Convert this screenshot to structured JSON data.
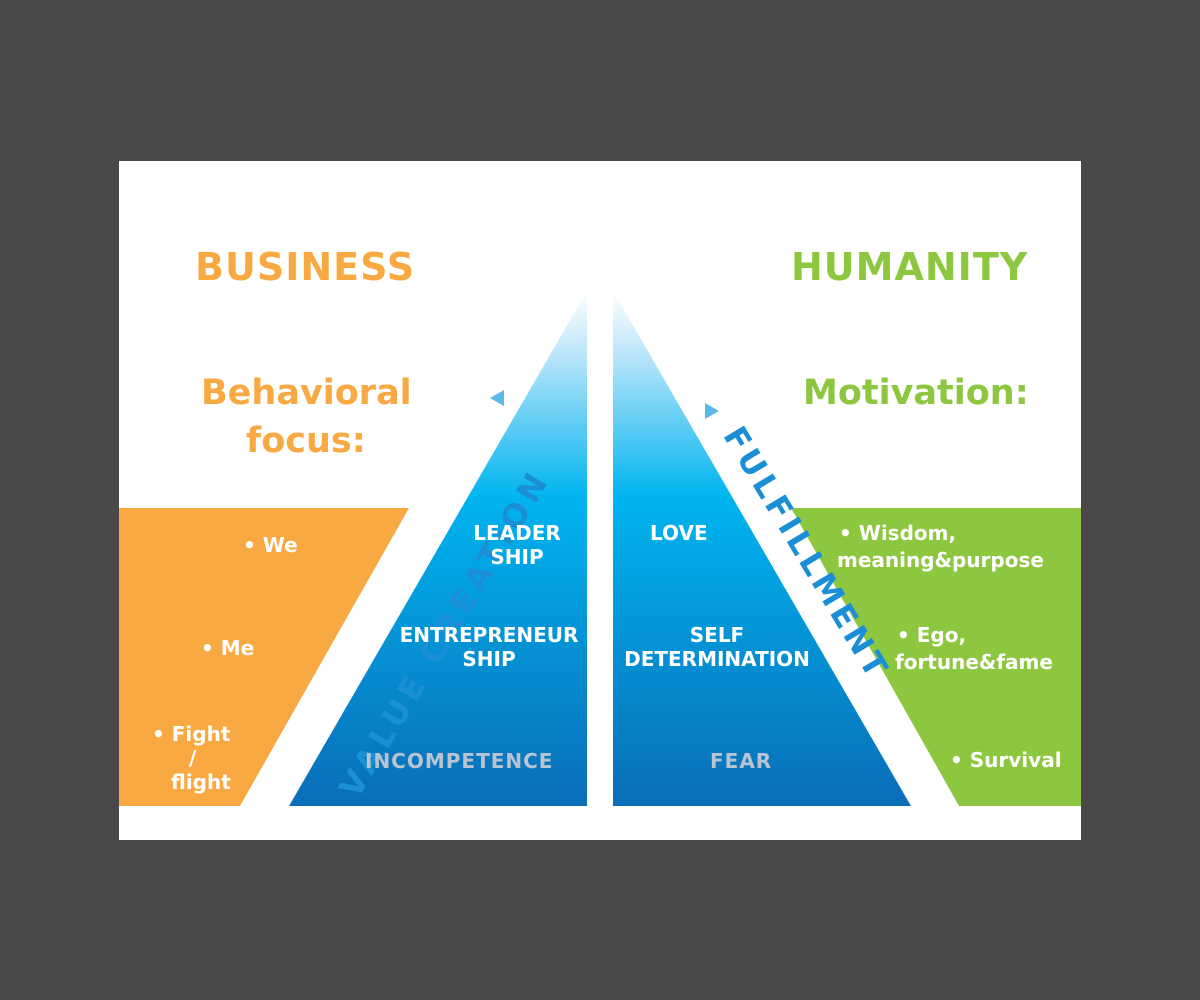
{
  "left": {
    "title": "BUSINESS",
    "subtitle_line1": "Behavioral",
    "subtitle_line2": "focus:",
    "bullets": [
      "We",
      "Me",
      "Fight",
      "/",
      "flight"
    ],
    "axis_label": "VALUE CREATION",
    "levels": {
      "top_line1": "LEADER",
      "top_line2": "SHIP",
      "mid_line1": "ENTREPRENEUR",
      "mid_line2": "SHIP",
      "bottom": "INCOMPETENCE"
    }
  },
  "right": {
    "title": "HUMANITY",
    "subtitle": "Motivation:",
    "bullets": [
      "Wisdom,",
      "meaning&purpose",
      "Ego,",
      "fortune&fame",
      "Survival"
    ],
    "axis_label": "FULFILLMENT",
    "levels": {
      "top": "LOVE",
      "mid_line1": "SELF",
      "mid_line2": "DETERMINATION",
      "bottom": "FEAR"
    }
  },
  "bullet_char": "•",
  "colors": {
    "background": "#4a4849",
    "card": "#ffffff",
    "business": "#f9a942",
    "humanity": "#8dc63f",
    "pyramid_top": "#ffffff",
    "pyramid_mid": "#00b4ef",
    "pyramid_bottom": "#0a6db8",
    "muted_text": "#b8c4d0"
  }
}
